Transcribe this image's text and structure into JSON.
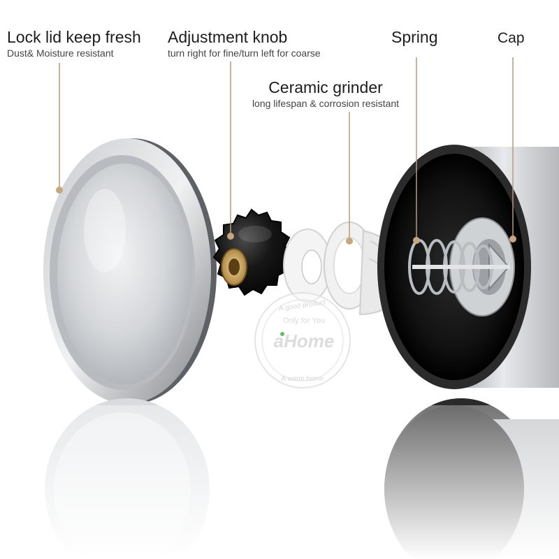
{
  "annotations": [
    {
      "id": "lock-lid",
      "title": "Lock lid keep fresh",
      "subtitle": "Dust& Moisture resistant"
    },
    {
      "id": "adjustment-knob",
      "title": "Adjustment knob",
      "subtitle": "turn right for fine/turn left for coarse"
    },
    {
      "id": "ceramic-grinder",
      "title": "Ceramic grinder",
      "subtitle": "long lifespan & corrosion resistant"
    },
    {
      "id": "spring",
      "title": "Spring",
      "subtitle": ""
    },
    {
      "id": "cap",
      "title": "Cap",
      "subtitle": ""
    }
  ],
  "watermark": {
    "arc_top": "A good product",
    "line1": "Only for You",
    "brand": "aHome",
    "arc_bottom": "A warm home"
  },
  "colors": {
    "steel_light": "#e6e8ea",
    "steel_dark": "#8a8e93",
    "knob_black": "#111111",
    "ceramic_white": "#f4f4f4",
    "leader_line": "#b89a7a"
  }
}
